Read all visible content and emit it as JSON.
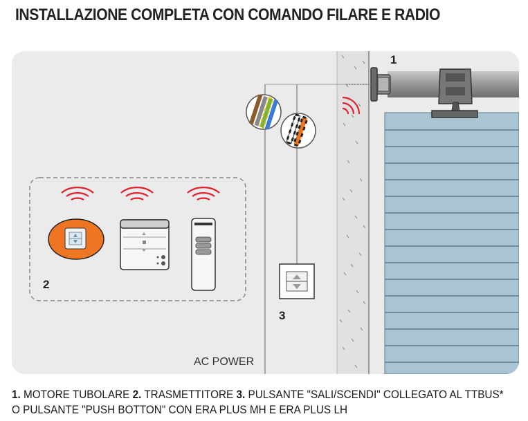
{
  "title": "INSTALLAZIONE COMPLETA CON COMANDO FILARE E RADIO",
  "labels": {
    "motor_number": "1",
    "transmitters_number": "2",
    "button_number": "3",
    "ac_power": "AC POWER"
  },
  "caption": {
    "n1": "1.",
    "t1": " MOTORE TUBOLARE ",
    "n2": "2.",
    "t2": " TRASMETTITORE ",
    "n3": "3.",
    "t3": " PULSANTE \"SALI/SCENDI\" COLLEGATO AL TTBUS*",
    "line2": "O PULSANTE \"PUSH BOTTON\" CON ERA PLUS MH E ERA PLUS LH"
  },
  "colors": {
    "background_panel": "#ebebeb",
    "wall": "#e2e2e2",
    "shutter": "#a9c4d2",
    "radio_waves": "#e2202a",
    "transmitter_orange": "#ee7623"
  }
}
